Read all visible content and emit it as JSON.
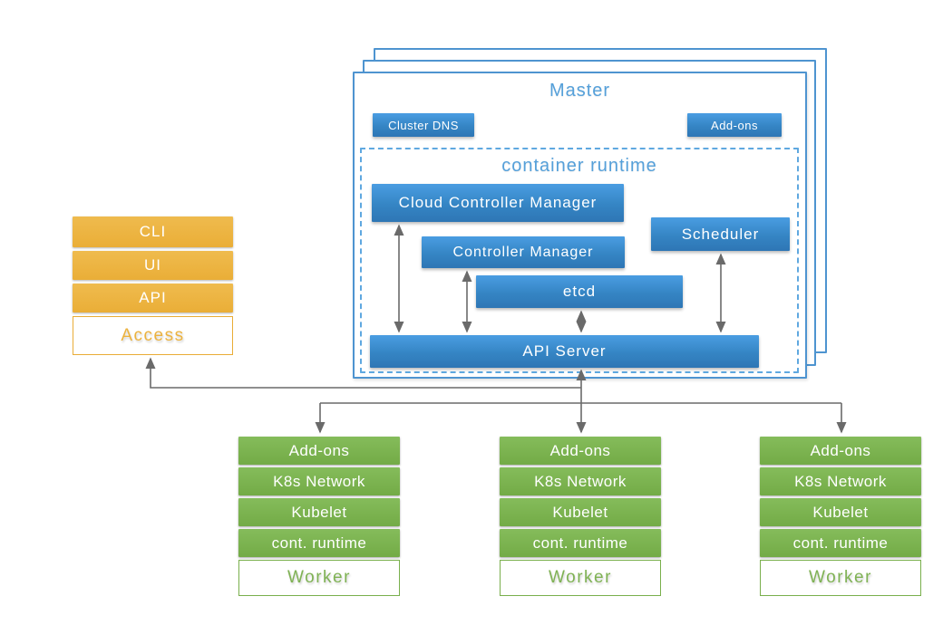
{
  "master": {
    "title": "Master",
    "cluster_dns_label": "Cluster DNS",
    "addons_label": "Add-ons",
    "container_runtime": {
      "label": "container runtime",
      "cloud_controller_manager_label": "Cloud Controller Manager",
      "controller_manager_label": "Controller Manager",
      "etcd_label": "etcd",
      "scheduler_label": "Scheduler",
      "api_server_label": "API Server"
    }
  },
  "access_stack": {
    "rows": [
      "CLI",
      "UI",
      "API"
    ],
    "label": "Access"
  },
  "workers": [
    {
      "rows": [
        "Add-ons",
        "K8s Network",
        "Kubelet",
        "cont. runtime"
      ],
      "label": "Worker"
    },
    {
      "rows": [
        "Add-ons",
        "K8s Network",
        "Kubelet",
        "cont. runtime"
      ],
      "label": "Worker"
    },
    {
      "rows": [
        "Add-ons",
        "K8s Network",
        "Kubelet",
        "cont. runtime"
      ],
      "label": "Worker"
    }
  ],
  "colors": {
    "blue_gradient_top": "#4A9DE2",
    "blue_gradient_bottom": "#2E76B5",
    "blue_border": "#4E94D0",
    "blue_dashed_border": "#5FA8E0",
    "blue_text": "#55A0DA",
    "orange_gradient_top": "#EFBB4E",
    "orange_gradient_bottom": "#EAAE37",
    "orange_text": "#ECB23D",
    "green_gradient_top": "#85BC5B",
    "green_gradient_bottom": "#73AB46",
    "green_text": "#7FB254",
    "arrow_gray": "#6A6A6A"
  }
}
